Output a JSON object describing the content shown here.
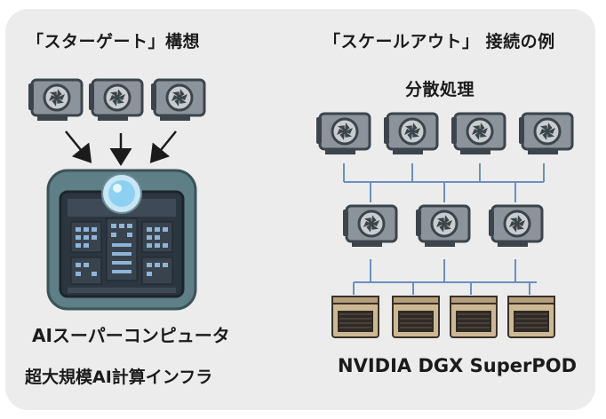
{
  "left": {
    "title": "「スターゲート」構想",
    "supercomputer_label": "AIスーパーコンピュータ",
    "infra_label": "超大規模AI計算インフラ"
  },
  "right": {
    "title": "「スケールアウト」 接続の例",
    "subtitle": "分散処理",
    "system_label": "NVIDIA DGX SuperPOD"
  },
  "colors": {
    "background": "#ececec",
    "gpu_body": "#8c939a",
    "gpu_dark": "#3c444c",
    "connector": "#6a8fbf",
    "server_body": "#cdb894",
    "server_frame": "#3a3128",
    "panel_teal": "#5d7f85",
    "core_glow": "#8ed0f2"
  },
  "icons": {
    "gpu": "gpu-card-icon",
    "server": "server-rack-icon",
    "supercomputer": "ai-supercomputer-icon",
    "arrow": "arrow-down-icon"
  }
}
